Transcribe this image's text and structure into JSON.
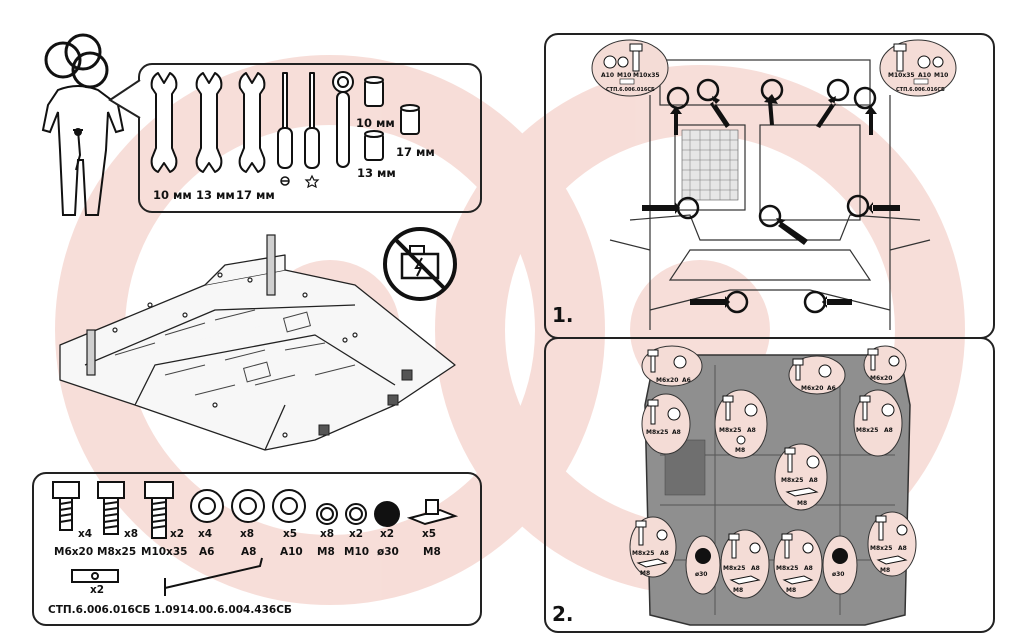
{
  "tools": {
    "wrench_labels": [
      "10 мм",
      "13 мм",
      "17 мм"
    ],
    "socket_labels": [
      "10 мм",
      "13 мм",
      "17 мм"
    ]
  },
  "hardware": {
    "bolts": [
      {
        "label": "M6x20",
        "count": "x4"
      },
      {
        "label": "M8x25",
        "count": "x8"
      },
      {
        "label": "M10x35",
        "count": "x2"
      }
    ],
    "washers": [
      {
        "label": "A6",
        "count": "x4"
      },
      {
        "label": "A8",
        "count": "x8"
      },
      {
        "label": "A10",
        "count": "x5"
      }
    ],
    "spring_washers": [
      {
        "label": "M8",
        "count": "x8"
      },
      {
        "label": "M10",
        "count": "x2"
      }
    ],
    "plug": {
      "label": "ø30",
      "count": "x2"
    },
    "clip_nut": {
      "label": "M8",
      "count": "x5"
    },
    "bracket": {
      "count": "x2",
      "code": "СТП.6.006.016СБ"
    },
    "beam": {
      "code": "1.0914.00.6.004.436СБ"
    }
  },
  "steps": {
    "step1": "1.",
    "step2": "2."
  },
  "step1_bubbles": {
    "left": {
      "labels": [
        "A10",
        "M10",
        "M10x35"
      ],
      "code": "СТП.6.006.016СБ"
    },
    "right": {
      "labels": [
        "M10x35",
        "A10",
        "M10"
      ],
      "code": "СТП.6.006.016СБ"
    }
  },
  "step2_bubbles": {
    "m6": {
      "bolt": "M6x20",
      "washer": "A6"
    },
    "m8": {
      "bolt": "M8x25",
      "washer": "A8",
      "nut": "M8"
    },
    "plug": "ø30"
  },
  "colors": {
    "watermark": "#f5d5cf",
    "line": "#1a1a1a",
    "shield_fill": "#8a8a8a"
  }
}
